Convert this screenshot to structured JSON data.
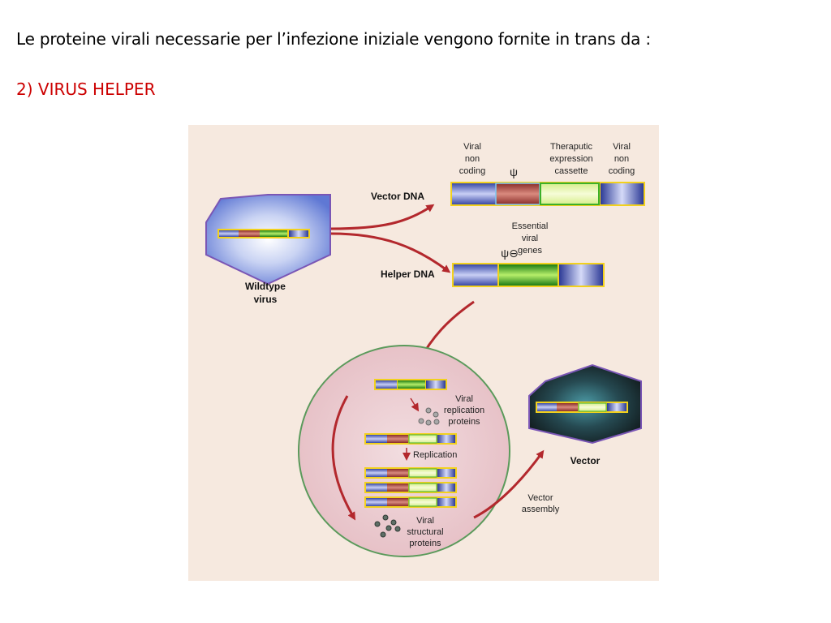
{
  "slide": {
    "title": "Le proteine virali  necessarie per l’infezione iniziale vengono fornite in trans da :",
    "subtitle": "2) VIRUS HELPER"
  },
  "diagram": {
    "labels": {
      "wildtype_line1": "Wildtype",
      "wildtype_line2": "virus",
      "vector_dna": "Vector DNA",
      "helper_dna": "Helper DNA",
      "viral_noncoding_left": [
        "Viral",
        "non",
        "coding"
      ],
      "psi": "ψ",
      "therapeutic": [
        "Theraputic",
        "expression",
        "cassette"
      ],
      "viral_noncoding_right": [
        "Viral",
        "non",
        "coding"
      ],
      "psi_minus": "ψ⊖",
      "essential": [
        "Essential",
        "viral",
        "genes"
      ],
      "replication_proteins": [
        "Viral",
        "replication",
        "proteins"
      ],
      "replication": "Replication",
      "structural_proteins": [
        "Viral",
        "structural",
        "proteins"
      ],
      "vector": "Vector",
      "vector_assembly": [
        "Vector",
        "assembly"
      ]
    },
    "colors": {
      "background": "#f6e9df",
      "blue_segment": "#6b78c4",
      "red_segment": "#b9534e",
      "green_segment": "#3cb02a",
      "cassette": "#e6f5a8",
      "border_yellow": "#f2d11d",
      "arrow_red": "#b3282d",
      "cell_fill": "#ecc9cf",
      "cell_border": "#5b9a5b"
    }
  }
}
